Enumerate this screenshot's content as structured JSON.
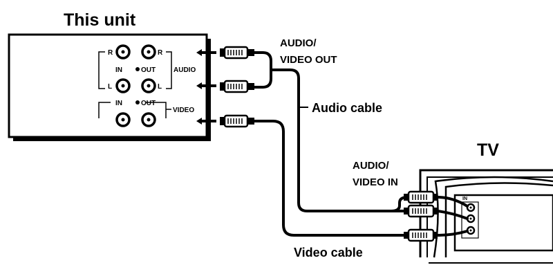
{
  "unit": {
    "title": "This unit",
    "in_label": "IN",
    "out_label": "OUT",
    "r_label": "R",
    "l_label": "L",
    "audio_label": "AUDIO",
    "video_in_label": "IN",
    "video_out_label": "OUT",
    "video_label": "VIDEO"
  },
  "connections": {
    "av_out_line1": "AUDIO/",
    "av_out_line2": "VIDEO OUT",
    "audio_cable": "Audio cable",
    "av_in_line1": "AUDIO/",
    "av_in_line2": "VIDEO IN",
    "video_cable": "Video cable"
  },
  "tv": {
    "title": "TV",
    "in_label": "IN"
  }
}
